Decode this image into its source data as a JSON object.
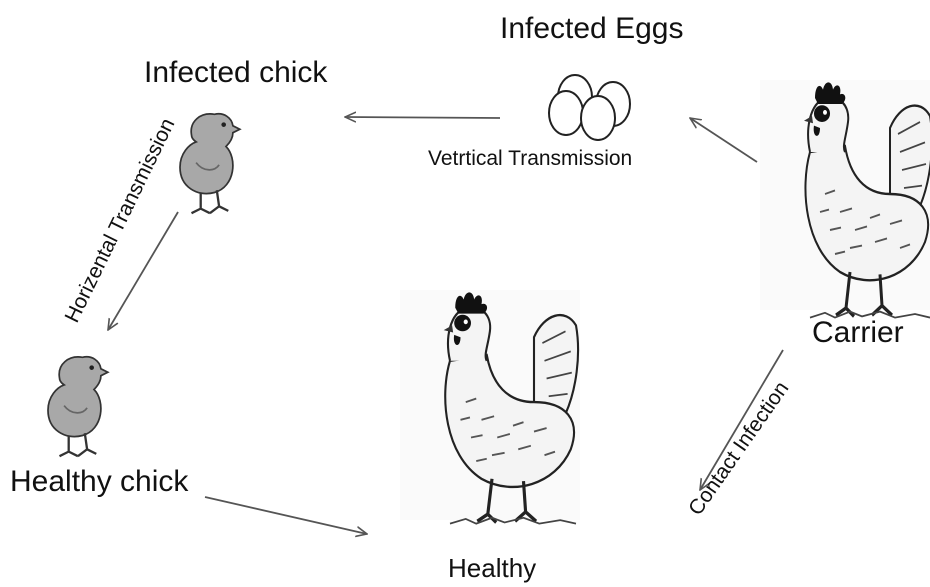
{
  "labels": {
    "infected_eggs": "Infected Eggs",
    "infected_chick": "Infected chick",
    "vertical_transmission": "Vetrtical Transmission",
    "horizontal_transmission": "Horizental Transmission",
    "healthy_chick": "Healthy chick",
    "carrier": "Carrier",
    "contact_infection": "Contact Infection",
    "healthy": "Healthy"
  },
  "colors": {
    "chick_fill": "#a8a8a8",
    "hen_fill": "#f4f4f4",
    "comb": "#111111",
    "arrow": "#555555"
  },
  "icons": [
    "infected-eggs-icon",
    "infected-chick-icon",
    "healthy-chick-icon",
    "carrier-hen-icon",
    "healthy-hen-icon"
  ]
}
